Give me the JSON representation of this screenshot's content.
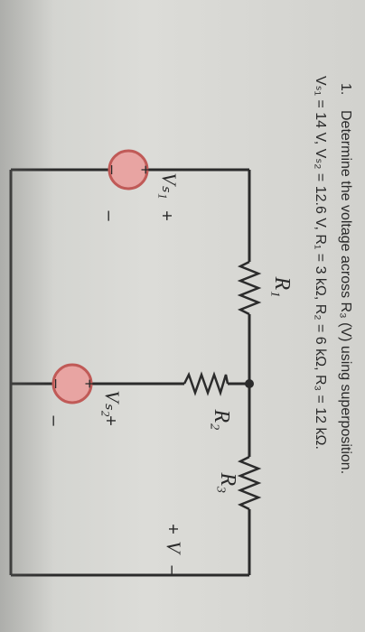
{
  "problem": {
    "number": "1.",
    "question": "Determine the voltage across R₃ (V) using superposition.",
    "givens": "Vₛ₁ = 14 V, Vₛ₂ = 12.6 V, R₁ = 3 kΩ, R₂ = 6 kΩ, R₃ = 12 kΩ."
  },
  "circuit": {
    "components": {
      "r1_label": "R₁",
      "r2_label": "R₂",
      "r3_label": "R₃",
      "vs1_label": "Vₛ₁",
      "vs2_label": "Vₛ₂"
    },
    "polarity": {
      "vs1_plus": "+",
      "vs1_minus": "–",
      "vs1_symbol_plus": "+",
      "vs1_symbol_minus": "–",
      "vs2_plus": "+",
      "vs2_minus": "–",
      "vs2_symbol_plus": "+",
      "vs2_symbol_minus": "–"
    },
    "output": {
      "v_label": "V",
      "v_plus": "+",
      "v_minus": "–"
    }
  },
  "colors": {
    "wire": "#2b2b2b",
    "source_fill": "#e8a4a2",
    "source_stroke": "#c05a57",
    "text": "#2a2a2a"
  }
}
